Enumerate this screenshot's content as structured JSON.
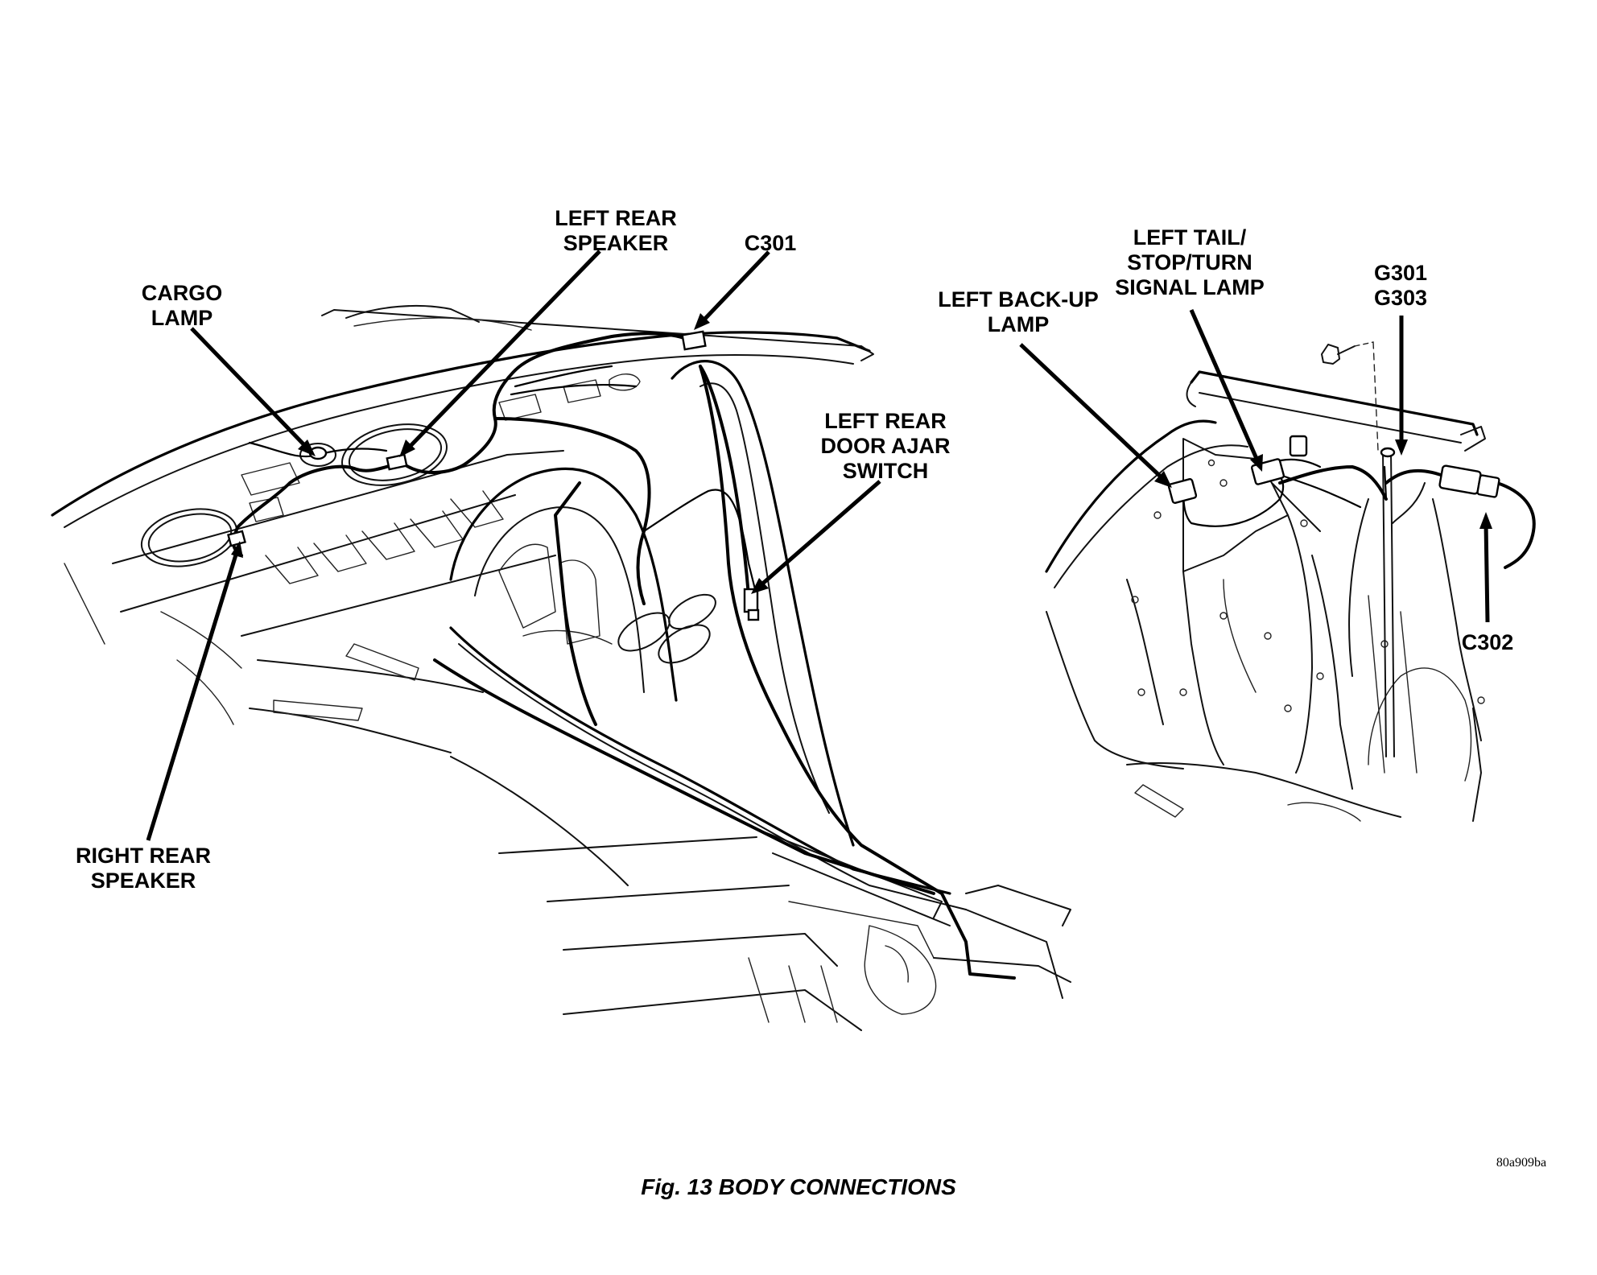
{
  "figure": {
    "caption": "Fig. 13 BODY CONNECTIONS",
    "drawing_code": "80a909ba"
  },
  "callouts": {
    "cargo_lamp": [
      "CARGO",
      "LAMP"
    ],
    "left_rear_speaker": [
      "LEFT REAR",
      "SPEAKER"
    ],
    "c301": [
      "C301"
    ],
    "left_rear_door_ajar_switch": [
      "LEFT REAR",
      "DOOR AJAR",
      "SWITCH"
    ],
    "right_rear_speaker": [
      "RIGHT REAR",
      "SPEAKER"
    ],
    "left_back_up_lamp": [
      "LEFT BACK-UP",
      "LAMP"
    ],
    "left_tail_stop_turn_signal_lamp": [
      "LEFT TAIL/",
      "STOP/TURN",
      "SIGNAL LAMP"
    ],
    "g301_g303": [
      "G301",
      "G303"
    ],
    "c302": [
      "C302"
    ]
  }
}
